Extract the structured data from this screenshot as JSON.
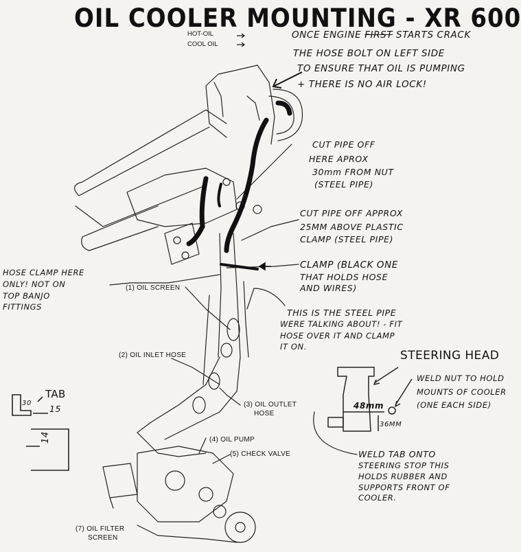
{
  "title": "OIL COOLER MOUNTING - XR 600",
  "legend": {
    "hot_oil": "HOT-OIL",
    "cool_oil": "COOL OIL"
  },
  "notes": {
    "start_line1_a": "ONCE ENGINE",
    "start_line1_struck": "FIRST",
    "start_line1_b": "STARTS CRACK",
    "start_line2": "THE HOSE BOLT ON LEFT SIDE",
    "start_line3": "TO ENSURE THAT OIL IS PUMPING",
    "start_line4": "+ THERE IS NO AIR LOCK!",
    "cut1_line1": "CUT PIPE OFF",
    "cut1_line2": "HERE APROX",
    "cut1_line3": "30mm FROM NUT",
    "cut1_line4": "(STEEL PIPE)",
    "cut2_line1": "CUT PIPE OFF APPROX",
    "cut2_line2": "25MM ABOVE PLASTIC",
    "cut2_line3": "CLAMP (STEEL PIPE)",
    "clamp_line1": "CLAMP (BLACK ONE",
    "clamp_line2": "THAT HOLDS HOSE",
    "clamp_line3": "AND WIRES)",
    "hose_clamp_line1": "HOSE CLAMP HERE",
    "hose_clamp_line2": "ONLY! NOT ON",
    "hose_clamp_line3": "TOP BANJO",
    "hose_clamp_line4": "FITTINGS",
    "steel_line1": "THIS IS THE STEEL PIPE",
    "steel_line2": "WERE TALKING ABOUT! - FIT",
    "steel_line3": "HOSE OVER IT AND CLAMP",
    "steel_line4": "IT ON.",
    "steering_head": "STEERING HEAD",
    "weld_nut_line1": "WELD NUT TO HOLD",
    "weld_nut_line2": "MOUNTS OF COOLER",
    "weld_nut_line3": "(ONE EACH SIDE)",
    "weld_tab_line1": "WELD TAB ONTO",
    "weld_tab_line2": "STEERING STOP THIS",
    "weld_tab_line3": "HOLDS RUBBER AND",
    "weld_tab_line4": "SUPPORTS FRONT OF",
    "weld_tab_line5": "COOLER."
  },
  "dimensions": {
    "width_48": "48mm",
    "height_36": "36MM",
    "tab_label": "TAB",
    "tab_15": "15",
    "tab_30": "30",
    "tab_14": "14"
  },
  "parts": {
    "p1": "(1) OIL SCREEN",
    "p2": "(2) OIL INLET HOSE",
    "p3_line1": "(3) OIL OUTLET",
    "p3_line2": "HOSE",
    "p4": "(4) OIL PUMP",
    "p5": "(5) CHECK VALVE",
    "p7_line1": "(7) OIL FILTER",
    "p7_line2": "SCREEN"
  }
}
